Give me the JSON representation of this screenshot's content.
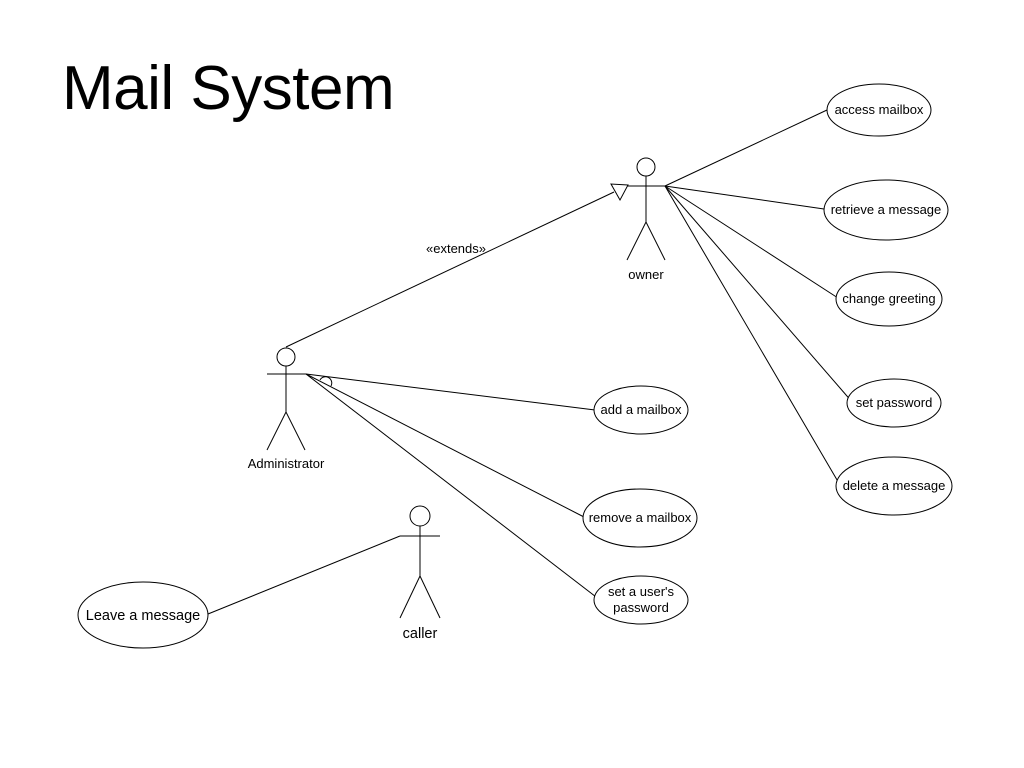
{
  "title": "Mail System",
  "actors": {
    "owner": "owner",
    "administrator": "Administrator",
    "caller": "caller"
  },
  "relation": {
    "extends": "«extends»"
  },
  "use_cases": {
    "access_mailbox": "access mailbox",
    "retrieve_message": "retrieve a message",
    "change_greeting": "change greeting",
    "set_password": "set password",
    "delete_message": "delete a message",
    "add_mailbox": "add a mailbox",
    "remove_mailbox": "remove a mailbox",
    "set_user_password_line1": "set a user's",
    "set_user_password_line2": "password",
    "leave_message": "Leave a message"
  }
}
